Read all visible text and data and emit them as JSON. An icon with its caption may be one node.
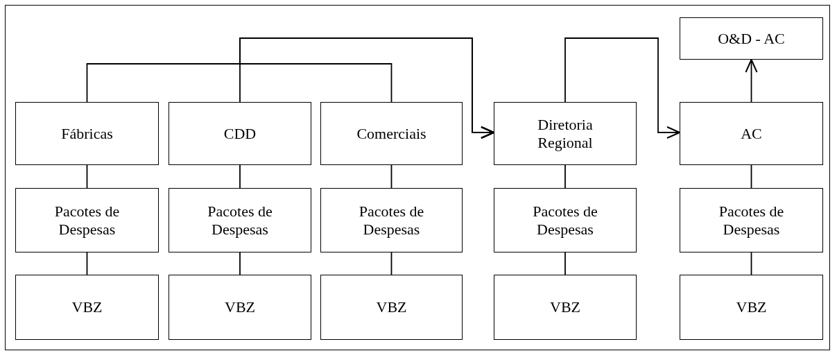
{
  "diagram": {
    "nodes": [
      {
        "text": [
          "Fábricas"
        ]
      },
      {
        "text": [
          "CDD"
        ]
      },
      {
        "text": [
          "Comerciais"
        ]
      },
      {
        "text": [
          "Diretoria Regional"
        ]
      },
      {
        "text": [
          "AC"
        ]
      },
      {
        "text": [
          "O&D - AC"
        ]
      },
      {
        "text": [
          "Pacotes de Despesas"
        ]
      },
      {
        "text": [
          "Pacotes de Despesas"
        ]
      },
      {
        "text": [
          "Pacotes de Despesas"
        ]
      },
      {
        "text": [
          "Pacotes de Despesas"
        ]
      },
      {
        "text": [
          "Pacotes de Despesas"
        ]
      },
      {
        "text": [
          "VBZ"
        ]
      },
      {
        "text": [
          "VBZ"
        ]
      },
      {
        "text": [
          "VBZ"
        ]
      },
      {
        "text": [
          "VBZ"
        ]
      },
      {
        "text": [
          "VBZ"
        ]
      }
    ],
    "edges": [
      {
        "from": 0,
        "to": 3,
        "arrow": "to"
      },
      {
        "from": 1,
        "to": 3,
        "arrow": "to"
      },
      {
        "from": 2,
        "to": 3,
        "arrow": "to"
      },
      {
        "from": 3,
        "to": 4,
        "arrow": "to"
      },
      {
        "from": 4,
        "to": 5,
        "arrow": "to"
      },
      {
        "from": 0,
        "to": 6,
        "arrow": "none"
      },
      {
        "from": 1,
        "to": 7,
        "arrow": "none"
      },
      {
        "from": 2,
        "to": 8,
        "arrow": "none"
      },
      {
        "from": 3,
        "to": 9,
        "arrow": "none"
      },
      {
        "from": 4,
        "to": 10,
        "arrow": "none"
      },
      {
        "from": 6,
        "to": 11,
        "arrow": "none"
      },
      {
        "from": 7,
        "to": 12,
        "arrow": "none"
      },
      {
        "from": 8,
        "to": 13,
        "arrow": "none"
      },
      {
        "from": 9,
        "to": 14,
        "arrow": "none"
      },
      {
        "from": 10,
        "to": 15,
        "arrow": "none"
      }
    ]
  }
}
